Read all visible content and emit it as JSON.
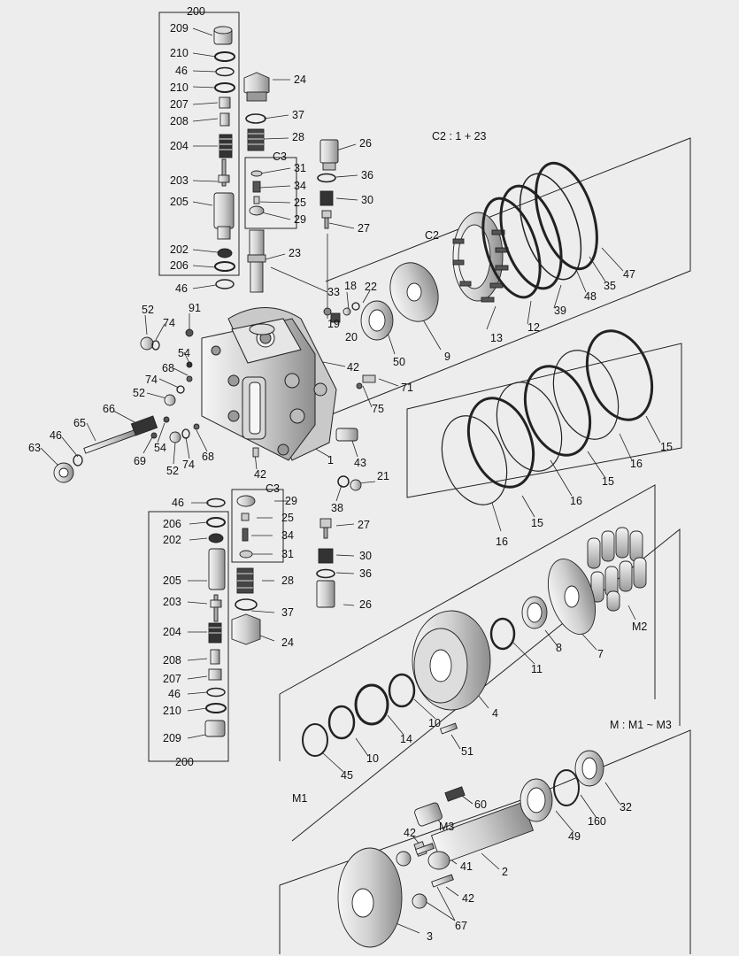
{
  "diagram": {
    "group_200": "200",
    "group_c3": "C3",
    "group_c2_caption": "C2 : 1 + 23",
    "group_m_caption": "M : M1 ~ M3",
    "group_m1": "M1",
    "group_m2": "M2",
    "group_m3": "M3"
  },
  "callouts_upper_valve": [
    "209",
    "210",
    "46",
    "210",
    "207",
    "208",
    "204",
    "203",
    "205",
    "202",
    "206"
  ],
  "callouts_lower_valve": [
    "206",
    "202",
    "205",
    "203",
    "204",
    "208",
    "207",
    "46",
    "210",
    "209"
  ],
  "callouts_c3_upper": [
    "31",
    "34",
    "25",
    "29"
  ],
  "callouts_c3_lower": [
    "29",
    "25",
    "34",
    "31"
  ],
  "callouts_misc": {
    "p24a": "24",
    "p37a": "37",
    "p28a": "28",
    "p26a": "26",
    "p36a": "36",
    "p30a": "30",
    "p27a": "27",
    "p23": "23",
    "p46a": "46",
    "p33": "33",
    "p18": "18",
    "p22": "22",
    "p19": "19",
    "p20": "20",
    "p50": "50",
    "p9": "9",
    "p52a": "52",
    "p91": "91",
    "p74a": "74",
    "p54a": "54",
    "p68a": "68",
    "p74b": "74",
    "p52b": "52",
    "p66": "66",
    "p65": "65",
    "p46b": "46",
    "p63": "63",
    "p69": "69",
    "p54b": "54",
    "p52c": "52",
    "p74c": "74",
    "p68b": "68",
    "p42a": "42",
    "p71": "71",
    "p75": "75",
    "p43": "43",
    "p1": "1",
    "p42b": "42",
    "p21": "21",
    "p38": "38",
    "p46c": "46",
    "p27b": "27",
    "p30b": "30",
    "p36b": "36",
    "p28b": "28",
    "p26b": "26",
    "p37b": "37",
    "p24b": "24",
    "p13": "13",
    "p12": "12",
    "p39": "39",
    "p48": "48",
    "p35": "35",
    "p47": "47",
    "p16a": "16",
    "p15a": "15",
    "p16b": "16",
    "p15b": "15",
    "p16c": "16",
    "p15c": "15",
    "p8": "8",
    "p7": "7",
    "p11": "11",
    "p4": "4",
    "p10a": "10",
    "p10b": "10",
    "p14": "14",
    "p51": "51",
    "p45": "45",
    "p60": "60",
    "p42c": "42",
    "p41": "41",
    "p2": "2",
    "p49": "49",
    "p160": "160",
    "p32": "32",
    "p42d": "42",
    "p67": "67",
    "p3": "3"
  }
}
